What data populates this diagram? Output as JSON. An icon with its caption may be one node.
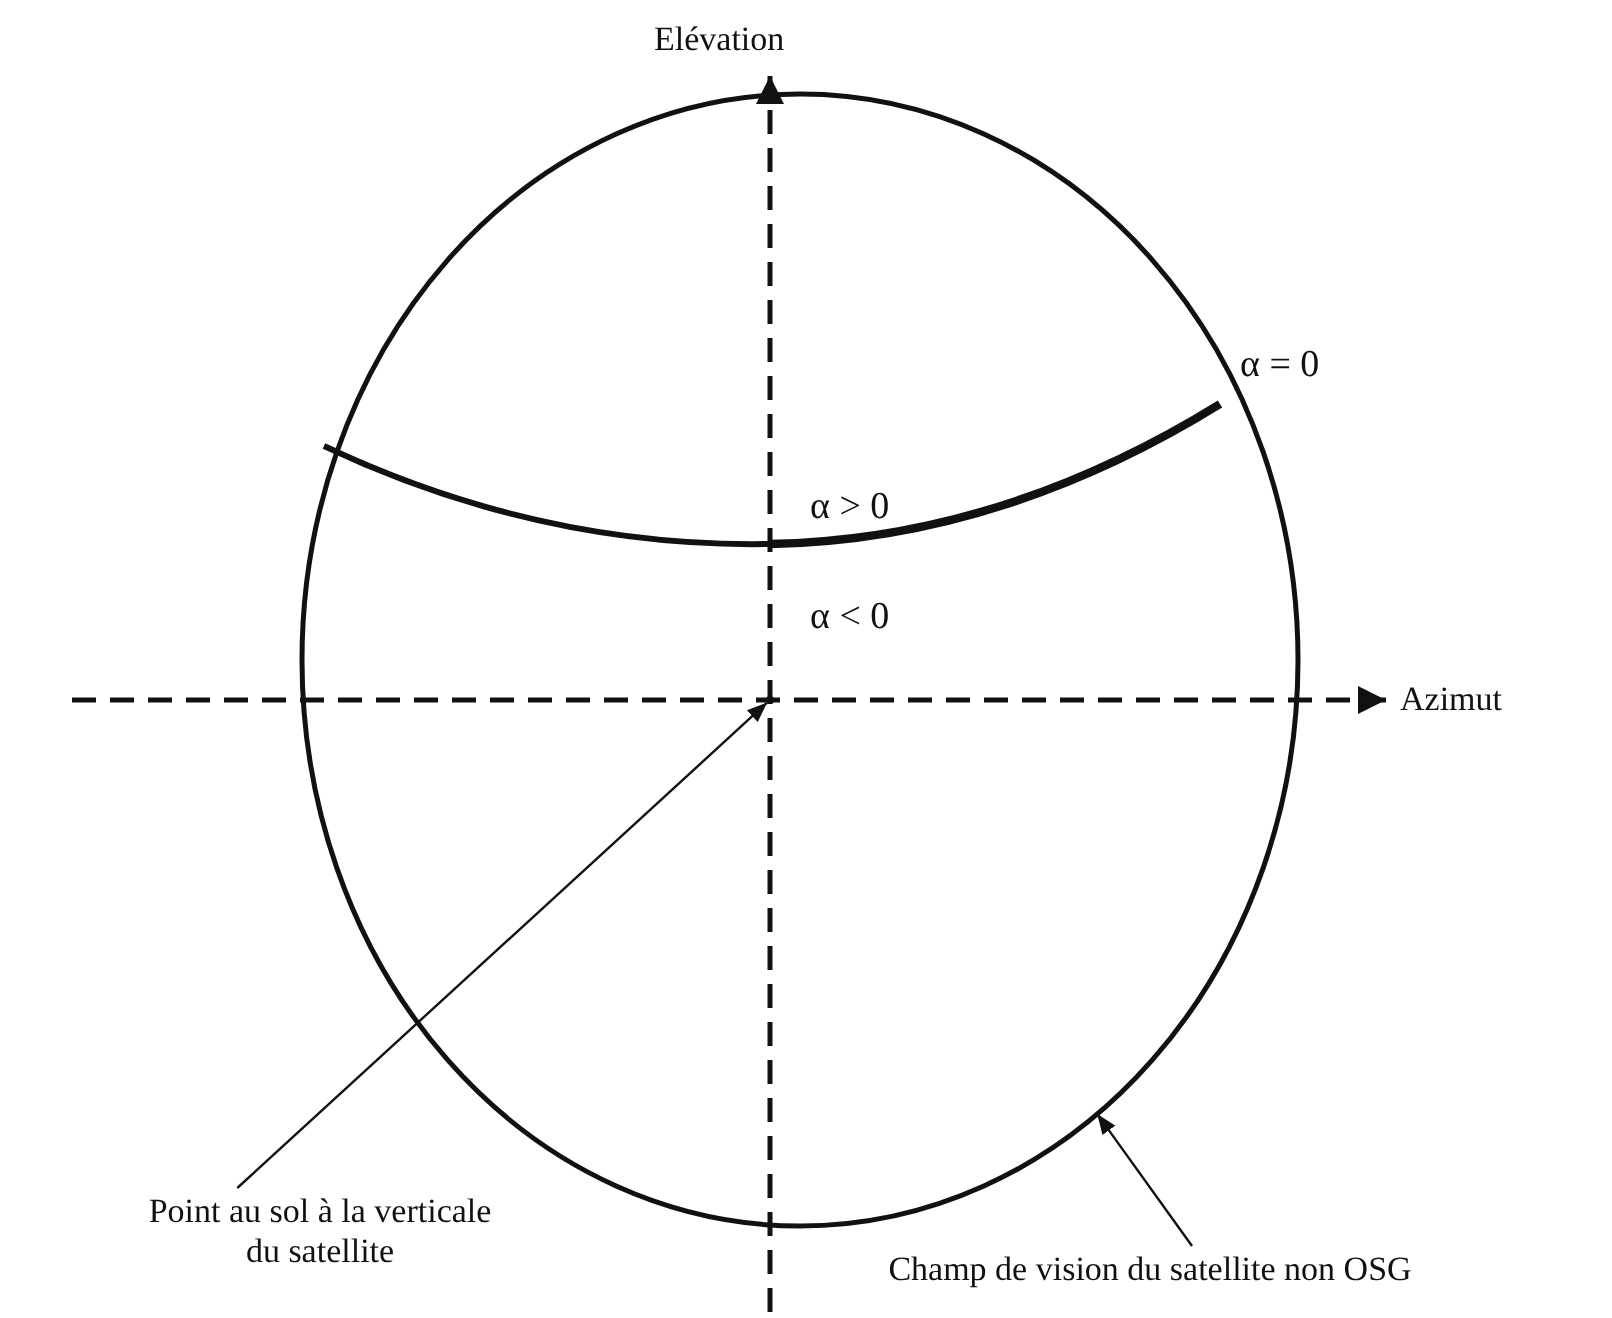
{
  "diagram": {
    "nodes": [
      {
        "text": [
          "Point au sol à la verticale du satellite"
        ]
      },
      {
        "text": [
          "Champ de vision du satellite non OSG"
        ]
      },
      {
        "text": [],
        "shape": "circle"
      },
      {
        "text": [],
        "shape": "circle",
        "in": 2
      }
    ],
    "edges": [
      {
        "from": 0,
        "to": 3,
        "arrow": "to"
      },
      {
        "from": 1,
        "to": 2,
        "arrow": "to"
      }
    ],
    "labels": [
      "Elévation",
      "α > 0",
      "α = 0",
      "α < 0",
      "Azimut"
    ]
  }
}
